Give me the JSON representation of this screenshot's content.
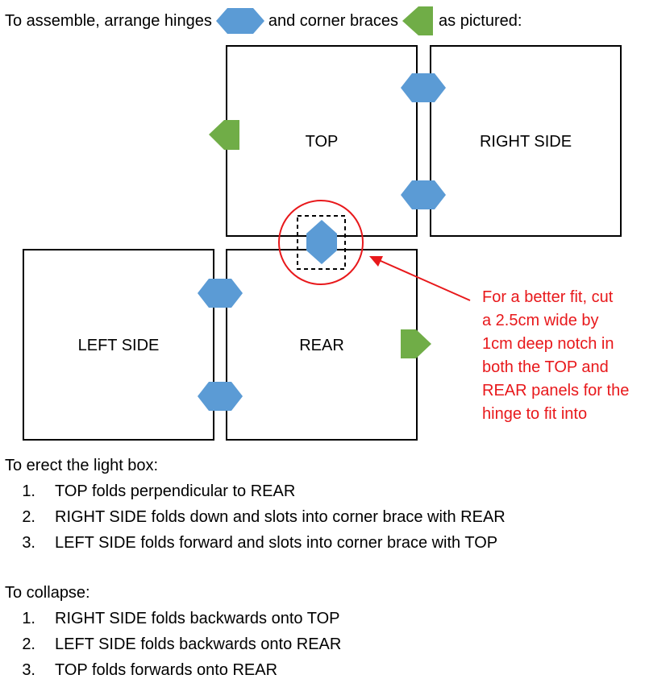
{
  "intro": {
    "text_before": "To assemble, arrange hinges",
    "text_middle": "and corner braces",
    "text_after": "as pictured:"
  },
  "panels": {
    "top": "TOP",
    "right_side": "RIGHT SIDE",
    "left_side": "LEFT SIDE",
    "rear": "REAR"
  },
  "note": {
    "lines": [
      "For a better fit, cut",
      "a 2.5cm wide by",
      "1cm deep notch in",
      "both the TOP and",
      "REAR panels for the",
      "hinge to fit into"
    ]
  },
  "erect": {
    "heading": "To erect the light box:",
    "steps": [
      {
        "num": "1.",
        "text": "TOP folds perpendicular to REAR"
      },
      {
        "num": "2.",
        "text": "RIGHT SIDE folds down and slots into corner brace with REAR"
      },
      {
        "num": "3.",
        "text": "LEFT SIDE folds forward and slots into corner brace with TOP"
      }
    ]
  },
  "collapse": {
    "heading": "To collapse:",
    "steps": [
      {
        "num": "1.",
        "text": "RIGHT SIDE folds backwards onto TOP"
      },
      {
        "num": "2.",
        "text": "LEFT SIDE folds backwards onto REAR"
      },
      {
        "num": "3.",
        "text": "TOP folds forwards onto REAR"
      }
    ]
  },
  "colors": {
    "hinge": "#5b9bd5",
    "brace": "#70ad47",
    "callout": "#e8181b"
  },
  "icons": {
    "hinge": "hinge-icon",
    "brace": "corner-brace-icon"
  }
}
